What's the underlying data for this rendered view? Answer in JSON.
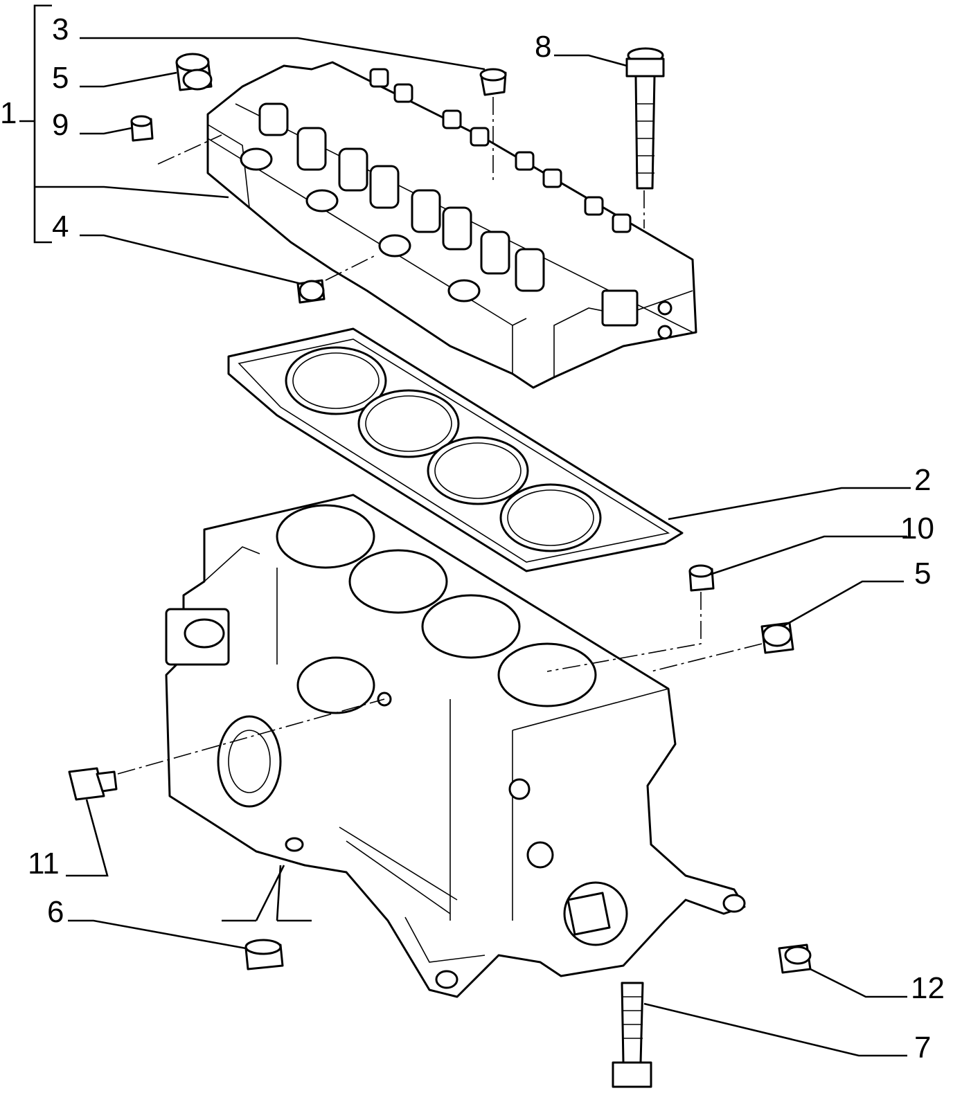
{
  "callouts": {
    "c1": "1",
    "c2": "2",
    "c3": "3",
    "c4": "4",
    "c5_top": "5",
    "c5_right": "5",
    "c6": "6",
    "c7": "7",
    "c8": "8",
    "c9": "9",
    "c10": "10",
    "c11": "11",
    "c12": "12"
  }
}
